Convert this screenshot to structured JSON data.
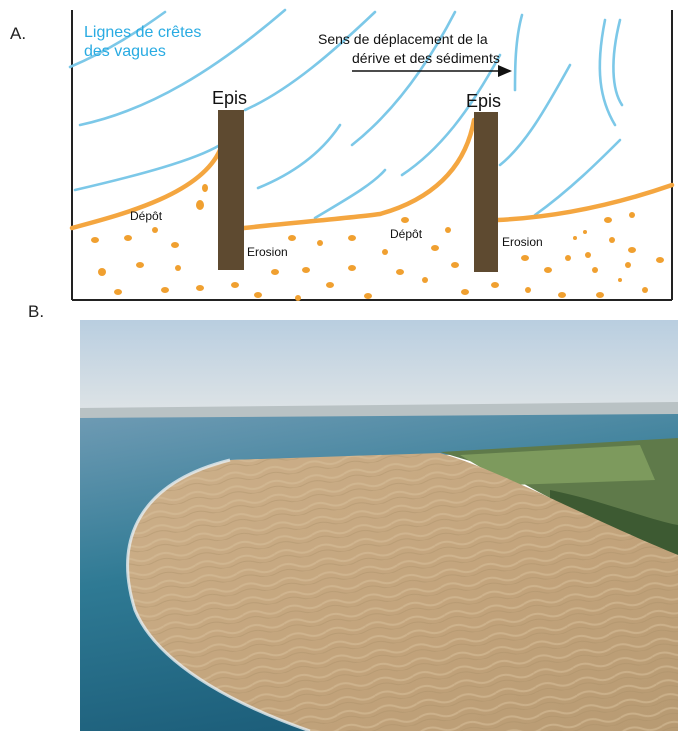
{
  "panel_a": {
    "letter": "A.",
    "wave_crests_label_line1": "Lignes de crêtes",
    "wave_crests_label_line2": "des vagues",
    "drift_label_line1": "Sens de déplacement de la",
    "drift_label_line2": "dérive et des sédiments",
    "groyne_left_label": "Epis",
    "groyne_right_label": "Epis",
    "deposit_left": "Dépôt",
    "erosion_left": "Erosion",
    "deposit_right": "Dépôt",
    "erosion_right": "Erosion"
  },
  "panel_b": {
    "letter": "B."
  },
  "colors": {
    "wave_lines": "#7cc8e8",
    "shoreline": "#f4a640",
    "sediment": "#f0a030",
    "groyne": "#5e4a30",
    "wave_label": "#29abe2",
    "frame": "#222222"
  }
}
